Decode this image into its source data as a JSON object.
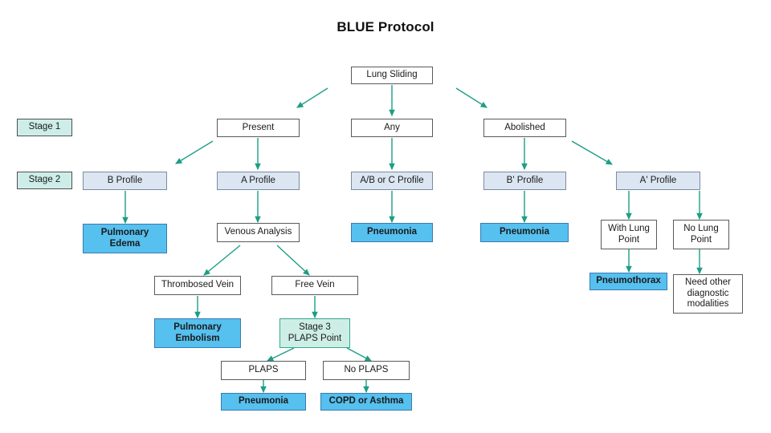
{
  "title": "BLUE Protocol",
  "colors": {
    "background": "#ffffff",
    "arrow": "#1c9e84",
    "diagnosis_fill": "#56c0ef",
    "diagnosis_border": "#3c7ab0",
    "profile_fill": "#dbe6f2",
    "profile_border": "#7a8ba0",
    "stage_fill": "#cdeee8",
    "stage_border": "#4f4f4f",
    "stage3_fill": "#cdeee5",
    "stage3_border": "#36a88f",
    "plain_fill": "#ffffff",
    "plain_border": "#5a5a5a",
    "text": "#1a1a1a"
  },
  "flowchart": {
    "type": "decision-tree",
    "root": "Lung Sliding",
    "stage_labels": [
      {
        "id": "stage-1",
        "text": "Stage 1"
      },
      {
        "id": "stage-2",
        "text": "Stage 2"
      },
      {
        "id": "stage-3",
        "text": "Stage 3\nPLAPS Point"
      }
    ],
    "nodes": [
      {
        "id": "lung-sliding",
        "text": "Lung Sliding",
        "kind": "plain"
      },
      {
        "id": "stage-1",
        "text": "Stage 1",
        "kind": "stage"
      },
      {
        "id": "stage-2",
        "text": "Stage 2",
        "kind": "stage"
      },
      {
        "id": "present",
        "text": "Present",
        "kind": "plain"
      },
      {
        "id": "any",
        "text": "Any",
        "kind": "plain"
      },
      {
        "id": "abolished",
        "text": "Abolished",
        "kind": "plain"
      },
      {
        "id": "b-profile",
        "text": "B Profile",
        "kind": "profile"
      },
      {
        "id": "a-profile",
        "text": "A Profile",
        "kind": "profile"
      },
      {
        "id": "ab-c-profile",
        "text": "A/B or C Profile",
        "kind": "profile"
      },
      {
        "id": "b-prime",
        "text": "B' Profile",
        "kind": "profile"
      },
      {
        "id": "a-prime",
        "text": "A' Profile",
        "kind": "profile"
      },
      {
        "id": "pulmonary-edema",
        "text": "Pulmonary\nEdema",
        "kind": "diagnosis"
      },
      {
        "id": "venous-analysis",
        "text": "Venous Analysis",
        "kind": "plain"
      },
      {
        "id": "pneumonia-c",
        "text": "Pneumonia",
        "kind": "diagnosis"
      },
      {
        "id": "pneumonia-b",
        "text": "Pneumonia",
        "kind": "diagnosis"
      },
      {
        "id": "with-lung-point",
        "text": "With Lung\nPoint",
        "kind": "plain"
      },
      {
        "id": "no-lung-point",
        "text": "No Lung\nPoint",
        "kind": "plain"
      },
      {
        "id": "pneumothorax",
        "text": "Pneumothorax",
        "kind": "diagnosis"
      },
      {
        "id": "need-other",
        "text": "Need other\ndiagnostic\nmodalities",
        "kind": "plain"
      },
      {
        "id": "thrombosed-vein",
        "text": "Thrombosed Vein",
        "kind": "plain"
      },
      {
        "id": "free-vein",
        "text": "Free Vein",
        "kind": "plain"
      },
      {
        "id": "pulmonary-embolism",
        "text": "Pulmonary\nEmbolism",
        "kind": "diagnosis"
      },
      {
        "id": "stage-3",
        "text": "Stage 3\nPLAPS Point",
        "kind": "stage-teal"
      },
      {
        "id": "plaps",
        "text": "PLAPS",
        "kind": "plain"
      },
      {
        "id": "no-plaps",
        "text": "No PLAPS",
        "kind": "plain"
      },
      {
        "id": "pneumonia-plaps",
        "text": "Pneumonia",
        "kind": "diagnosis"
      },
      {
        "id": "copd-asthma",
        "text": "COPD or Asthma",
        "kind": "diagnosis"
      }
    ],
    "edges": [
      {
        "from": "lung-sliding",
        "to": "present"
      },
      {
        "from": "lung-sliding",
        "to": "any"
      },
      {
        "from": "lung-sliding",
        "to": "abolished"
      },
      {
        "from": "present",
        "to": "b-profile"
      },
      {
        "from": "present",
        "to": "a-profile"
      },
      {
        "from": "any",
        "to": "ab-c-profile"
      },
      {
        "from": "abolished",
        "to": "b-prime"
      },
      {
        "from": "abolished",
        "to": "a-prime"
      },
      {
        "from": "b-profile",
        "to": "pulmonary-edema"
      },
      {
        "from": "a-profile",
        "to": "venous-analysis"
      },
      {
        "from": "ab-c-profile",
        "to": "pneumonia-c"
      },
      {
        "from": "b-prime",
        "to": "pneumonia-b"
      },
      {
        "from": "a-prime",
        "to": "with-lung-point"
      },
      {
        "from": "a-prime",
        "to": "no-lung-point"
      },
      {
        "from": "with-lung-point",
        "to": "pneumothorax"
      },
      {
        "from": "no-lung-point",
        "to": "need-other"
      },
      {
        "from": "venous-analysis",
        "to": "thrombosed-vein"
      },
      {
        "from": "venous-analysis",
        "to": "free-vein"
      },
      {
        "from": "thrombosed-vein",
        "to": "pulmonary-embolism"
      },
      {
        "from": "free-vein",
        "to": "stage-3"
      },
      {
        "from": "stage-3",
        "to": "plaps"
      },
      {
        "from": "stage-3",
        "to": "no-plaps"
      },
      {
        "from": "plaps",
        "to": "pneumonia-plaps"
      },
      {
        "from": "no-plaps",
        "to": "copd-asthma"
      }
    ]
  }
}
